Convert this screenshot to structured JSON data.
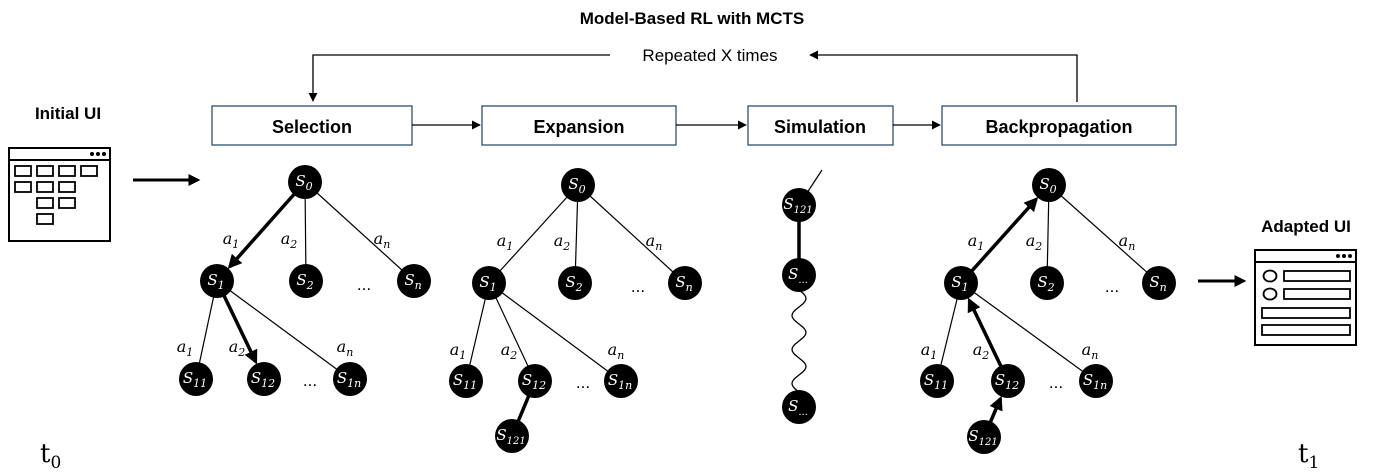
{
  "title": "Model-Based RL with MCTS",
  "loop_label": "Repeated X times",
  "initial_ui_label": "Initial UI",
  "adapted_ui_label": "Adapted UI",
  "t0": {
    "base": "t",
    "sub": "0"
  },
  "t1": {
    "base": "t",
    "sub": "1"
  },
  "phases": [
    "Selection",
    "Expansion",
    "Simulation",
    "Backpropagation"
  ],
  "ellipsis": "...",
  "colors": {
    "node_fill": "#000000",
    "node_text": "#ffffff",
    "box_stroke": "#2f4f6f",
    "line": "#000000"
  },
  "nodes": {
    "s0": {
      "base": "S",
      "sub": "0"
    },
    "s1": {
      "base": "S",
      "sub": "1"
    },
    "s2": {
      "base": "S",
      "sub": "2"
    },
    "sn": {
      "base": "S",
      "sub": "n"
    },
    "s11": {
      "base": "S",
      "sub": "11"
    },
    "s12": {
      "base": "S",
      "sub": "12"
    },
    "s1n": {
      "base": "S",
      "sub": "1n"
    },
    "s121": {
      "base": "S",
      "sub": "121"
    },
    "sdots": {
      "base": "S",
      "sub": "..."
    }
  },
  "actions": {
    "a1": {
      "base": "a",
      "sub": "1"
    },
    "a2": {
      "base": "a",
      "sub": "2"
    },
    "an": {
      "base": "a",
      "sub": "n"
    }
  }
}
